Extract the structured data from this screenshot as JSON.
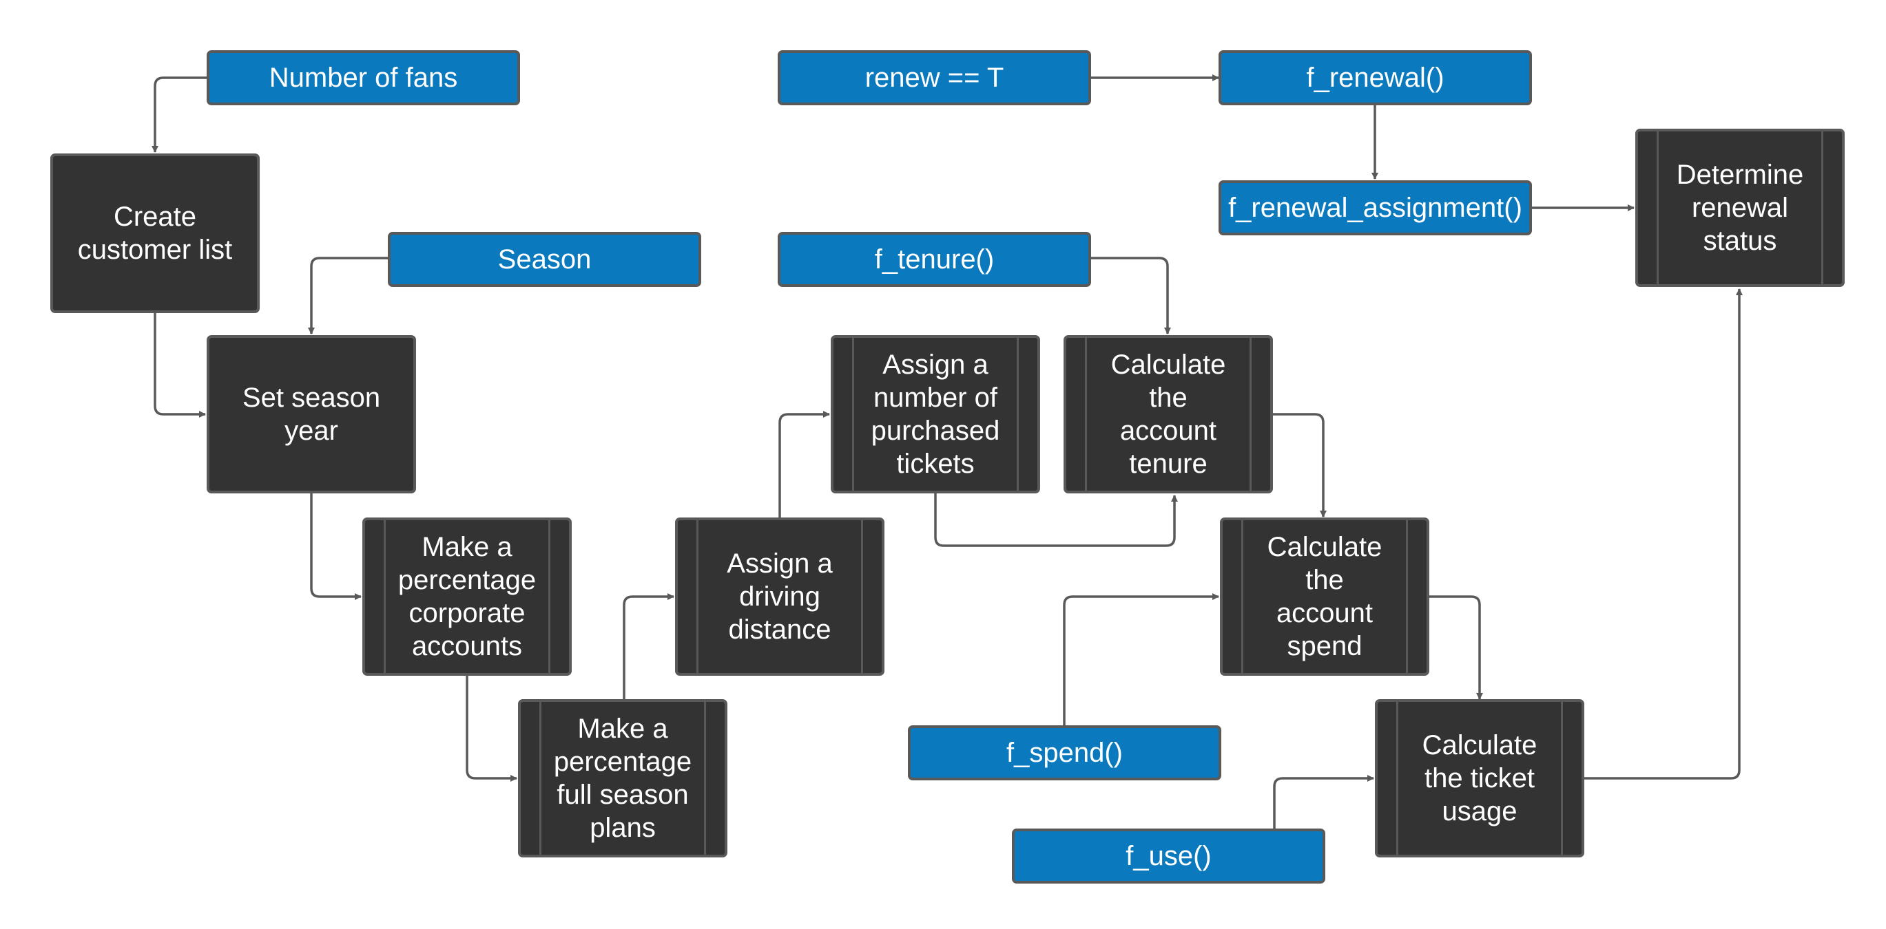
{
  "diagram": {
    "parameters": {
      "number_of_fans": "Number of fans",
      "season": "Season",
      "renew_flag": "renew == T",
      "f_renewal": "f_renewal()",
      "f_renewal_assignment": "f_renewal_assignment()",
      "f_tenure": "f_tenure()",
      "f_spend": "f_spend()",
      "f_use": "f_use()"
    },
    "processes": {
      "create_customer_list": "Create\ncustomer list",
      "set_season_year": "Set season\nyear",
      "corporate_accounts": "Make a\npercentage\ncorporate\naccounts",
      "full_season_plans": "Make a\npercentage\nfull season\nplans",
      "driving_distance": "Assign a\ndriving\ndistance",
      "purchased_tickets": "Assign a\nnumber of\npurchased\ntickets",
      "account_tenure": "Calculate\nthe\naccount\ntenure",
      "account_spend": "Calculate\nthe\naccount\nspend",
      "ticket_usage": "Calculate\nthe ticket\nusage",
      "renewal_status": "Determine\nrenewal\nstatus"
    },
    "colors": {
      "parameter_fill": "#0b79bd",
      "process_fill": "#333333",
      "border": "#595959",
      "connector": "#595959",
      "text": "#ffffff"
    }
  }
}
